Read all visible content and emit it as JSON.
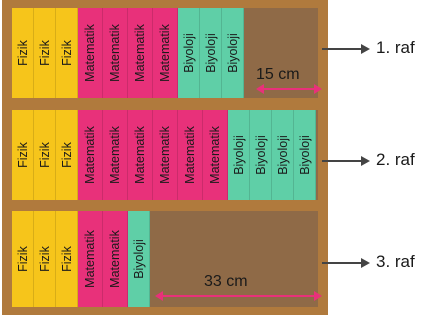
{
  "shelves": [
    {
      "label": "1. raf",
      "books": [
        {
          "subject": "Fizik",
          "color": "#f6c51b"
        },
        {
          "subject": "Fizik",
          "color": "#f6c51b"
        },
        {
          "subject": "Fizik",
          "color": "#f6c51b"
        },
        {
          "subject": "Matematik",
          "color": "#e8317a"
        },
        {
          "subject": "Matematik",
          "color": "#e8317a"
        },
        {
          "subject": "Matematik",
          "color": "#e8317a"
        },
        {
          "subject": "Matematik",
          "color": "#e8317a"
        },
        {
          "subject": "Biyoloji",
          "color": "#5fcfa7"
        },
        {
          "subject": "Biyoloji",
          "color": "#5fcfa7"
        },
        {
          "subject": "Biyoloji",
          "color": "#5fcfa7"
        }
      ],
      "measure": "15 cm"
    },
    {
      "label": "2. raf",
      "books": [
        {
          "subject": "Fizik",
          "color": "#f6c51b"
        },
        {
          "subject": "Fizik",
          "color": "#f6c51b"
        },
        {
          "subject": "Fizik",
          "color": "#f6c51b"
        },
        {
          "subject": "Matematik",
          "color": "#e8317a"
        },
        {
          "subject": "Matematik",
          "color": "#e8317a"
        },
        {
          "subject": "Matematik",
          "color": "#e8317a"
        },
        {
          "subject": "Matematik",
          "color": "#e8317a"
        },
        {
          "subject": "Matematik",
          "color": "#e8317a"
        },
        {
          "subject": "Matematik",
          "color": "#e8317a"
        },
        {
          "subject": "Biyoloji",
          "color": "#5fcfa7"
        },
        {
          "subject": "Biyoloji",
          "color": "#5fcfa7"
        },
        {
          "subject": "Biyoloji",
          "color": "#5fcfa7"
        },
        {
          "subject": "Biyoloji",
          "color": "#5fcfa7"
        }
      ],
      "measure": ""
    },
    {
      "label": "3. raf",
      "books": [
        {
          "subject": "Fizik",
          "color": "#f6c51b"
        },
        {
          "subject": "Fizik",
          "color": "#f6c51b"
        },
        {
          "subject": "Fizik",
          "color": "#f6c51b"
        },
        {
          "subject": "Matematik",
          "color": "#e8317a"
        },
        {
          "subject": "Matematik",
          "color": "#e8317a"
        },
        {
          "subject": "Biyoloji",
          "color": "#5fcfa7"
        }
      ],
      "measure": "33 cm"
    }
  ],
  "colors": {
    "frame": "#b07a3d",
    "shelf_back": "#8f6a47",
    "measure": "#e8317a"
  }
}
